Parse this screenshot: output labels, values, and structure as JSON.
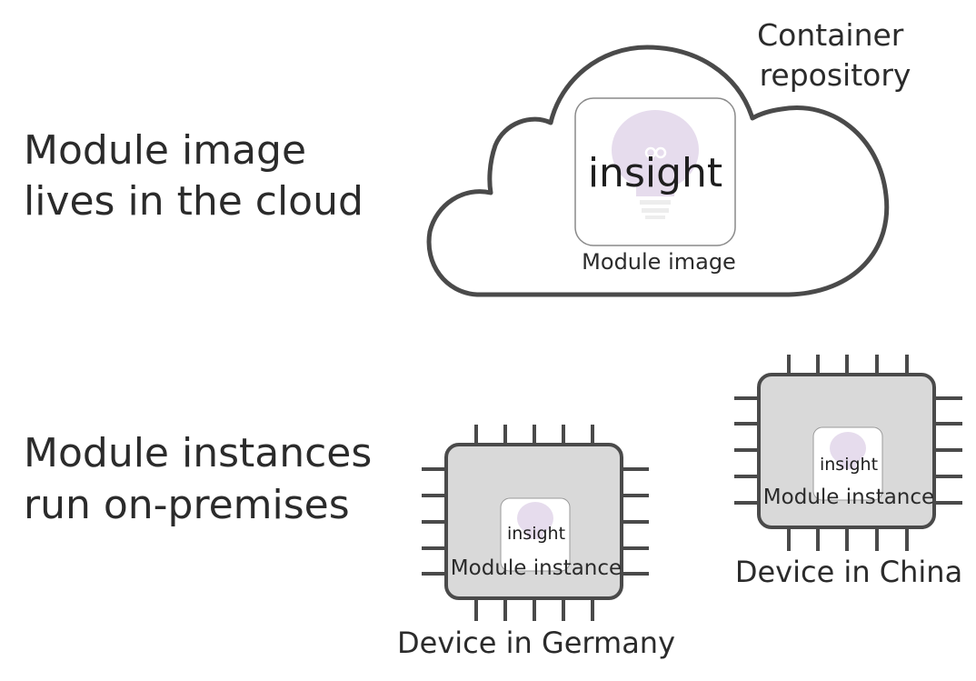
{
  "left_labels": {
    "cloud_heading": [
      "Module image",
      "lives in the cloud"
    ],
    "premises_heading": [
      "Module instances",
      "run on-premises"
    ]
  },
  "cloud": {
    "label": [
      "Container",
      "repository"
    ],
    "tile_text": "insight",
    "caption": "Module image"
  },
  "devices": [
    {
      "tile_text": "insight",
      "instance_label": "Module instance",
      "caption": "Device in Germany"
    },
    {
      "tile_text": "insight",
      "instance_label": "Module instance",
      "caption": "Device in China"
    }
  ],
  "colors": {
    "outline": "#4a4a4a",
    "chip_fill": "#d9d9d9",
    "bulb": "#e6dced",
    "text": "#2b2b2b"
  }
}
